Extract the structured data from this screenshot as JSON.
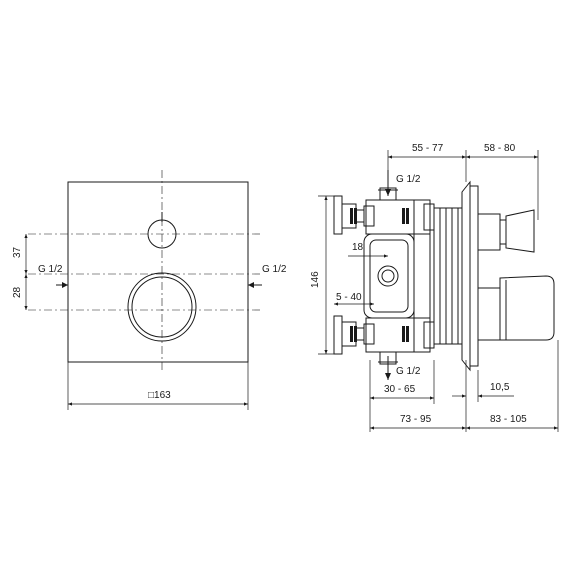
{
  "front_view": {
    "width_label": "□163",
    "dim_upper": "37",
    "dim_lower": "28",
    "inlet_left": "G 1/2",
    "inlet_right": "G 1/2"
  },
  "side_view": {
    "top_inlet": "G 1/2",
    "bottom_inlet": "G 1/2",
    "height": "146",
    "dim_18": "18",
    "dim_5_40": "5 - 40",
    "dim_55_77": "55 - 77",
    "dim_58_80": "58 - 80",
    "dim_30_65": "30 - 65",
    "dim_10_5": "10,5",
    "dim_73_95": "73 - 95",
    "dim_83_105": "83 - 105"
  }
}
